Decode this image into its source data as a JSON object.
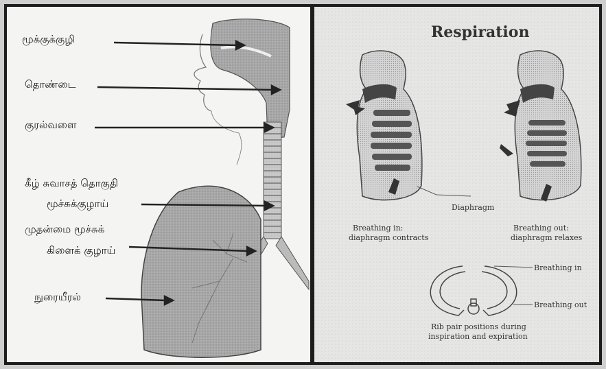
{
  "left_labels": {
    "nasal_cavity": "மூக்குக்குழி",
    "pharynx": "தொண்டை",
    "larynx": "குரல்வளை",
    "trachea_line1": "கீழ் சுவாசத் தொகுதி",
    "trachea_line2": "மூச்சுக்குழாய்",
    "bronchus_line1": "முதன்மை மூச்சுக்",
    "bronchus_line2": "கிளைக் குழாய்",
    "lung": "நுரையீரல்"
  },
  "right_panel": {
    "title": "Respiration",
    "diaphragm_label": "Diaphragm",
    "breathing_in_caption_1": "Breathing in:",
    "breathing_in_caption_2": "diaphragm contracts",
    "breathing_out_caption_1": "Breathing out:",
    "breathing_out_caption_2": "diaphragm relaxes",
    "rib_in_label": "Breathing in",
    "rib_out_label": "Breathing out",
    "rib_caption_1": "Rib pair positions during",
    "rib_caption_2": "inspiration and expiration"
  }
}
